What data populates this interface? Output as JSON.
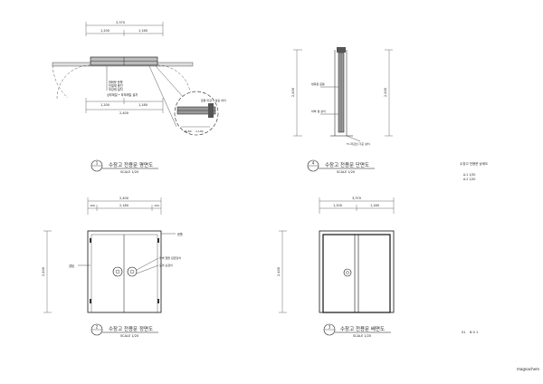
{
  "plan": {
    "title": "수장고 전용문 평면도",
    "scale": "SCALE 1/20",
    "num": "1",
    "dim_top_total": "3,370",
    "dim_top_left": "1,200",
    "dim_top_right": "1,160",
    "dim_bottom_total": "2,400",
    "dim_bottom_left": "1,200",
    "dim_bottom_right": "1,180",
    "callouts": [
      "방화문 문틀",
      "단열재 충진",
      "보강재 설치"
    ],
    "note_mid": "상부레일 • 하부레일 설치",
    "note_detail": "문틀 마감 • 실링 처리",
    "detail_dims": [
      "40,60",
      "1,100"
    ]
  },
  "section": {
    "title": "수장고 전용문 단면도",
    "scale": "SCALE 1/20",
    "num": "4",
    "dim_left": "2,400",
    "dim_right": "2,400",
    "callout_1": "방화문 문틀",
    "callout_2": "하부 씰 설치",
    "note_bottom": "FL 마감선 기준 설치"
  },
  "front": {
    "title": "수장고 전용문 정면도",
    "scale": "SCALE 1/20",
    "num": "2",
    "dim_total": "2,400",
    "dim_left": "100",
    "dim_mid": "2,180",
    "dim_right": "100",
    "dim_height": "2,400",
    "label_left": "경첩",
    "label_top": "문틀",
    "label_lock1": "레버 핸들 잠금장치",
    "label_lock2": "도어 손잡이"
  },
  "rear": {
    "title": "수장고 전용문 배면도",
    "scale": "SCALE 1/20",
    "num": "3",
    "dim_total": "3,370",
    "dim_left": "1,200",
    "dim_right": "1,160",
    "dim_height": "2,400"
  },
  "side_note": {
    "title": "수장고 전용문 상세도",
    "line_1": "A-1 1/20",
    "line_2": "A-2 1/20"
  },
  "sheet_number": "01    N 0 1",
  "watermark": "magnachem"
}
